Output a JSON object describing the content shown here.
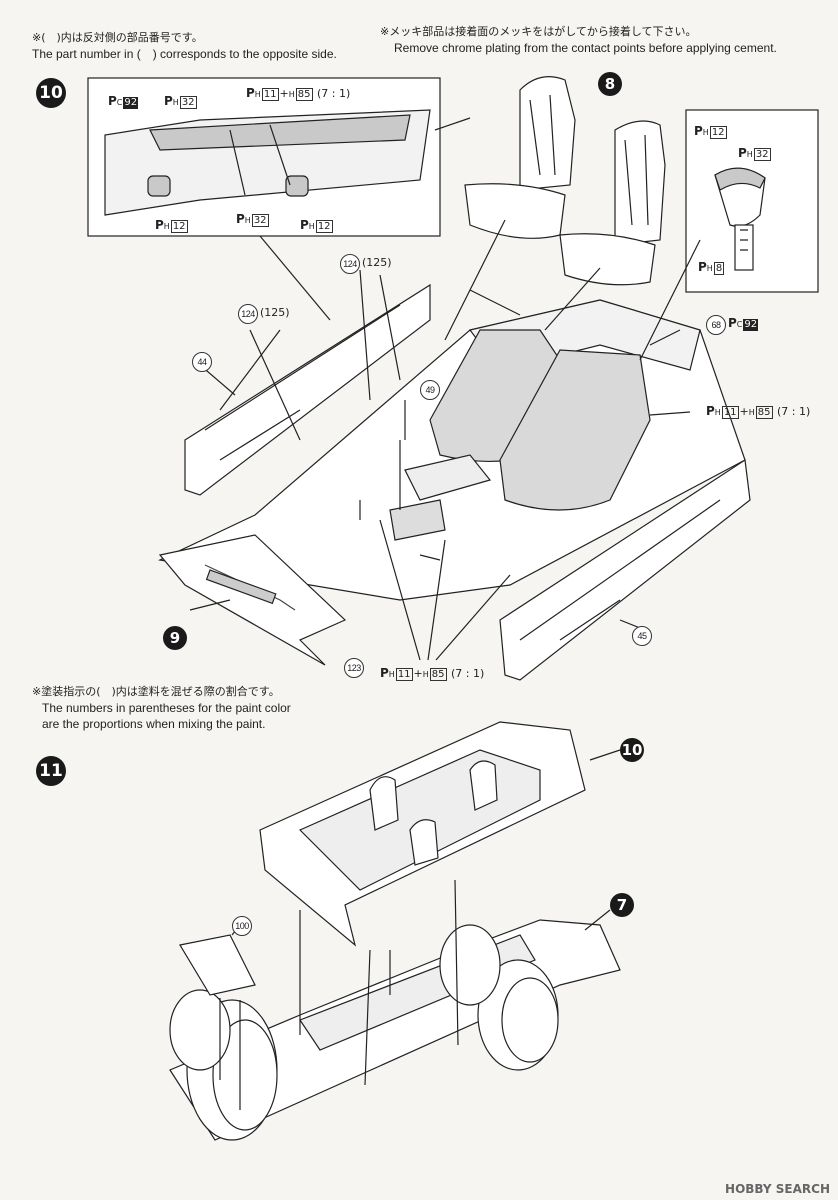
{
  "notes": {
    "opposite_jp": "※(　)内は反対側の部品番号です。",
    "opposite_en": "The part number in (　) corresponds to the opposite side.",
    "chrome_jp": "※メッキ部品は接着面のメッキをはがしてから接着して下さい。",
    "chrome_en": "Remove chrome plating from the contact points before applying cement.",
    "mix_jp": "※塗装指示の(　)内は塗料を混ぜる際の割合です。",
    "mix_en_1": "The numbers in parentheses for the paint color",
    "mix_en_2": "are the proportions when mixing the paint."
  },
  "steps": {
    "step10": "10",
    "step11": "11"
  },
  "callouts": {
    "seats": "8",
    "dash": "9",
    "interior": "10",
    "chassis": "7"
  },
  "parts": {
    "p44": "44",
    "p45": "45",
    "p49": "49",
    "p68": "68",
    "p100": "100",
    "p123": "123",
    "p124a": "124",
    "p125a": "(125)",
    "p124b": "124",
    "p125b": "(125)"
  },
  "paint": {
    "P": "P",
    "H": "H",
    "C": "C",
    "c92": "92",
    "h32": "32",
    "h11": "11",
    "h85": "85",
    "h12": "12",
    "h8": "8",
    "plus": "+",
    "ratio": "(7 : 1)"
  },
  "watermark": "HOBBY SEARCH",
  "colors": {
    "ink": "#1a1a1a",
    "paper": "#f6f5f2",
    "gray_fill": "#c9c9c9"
  }
}
